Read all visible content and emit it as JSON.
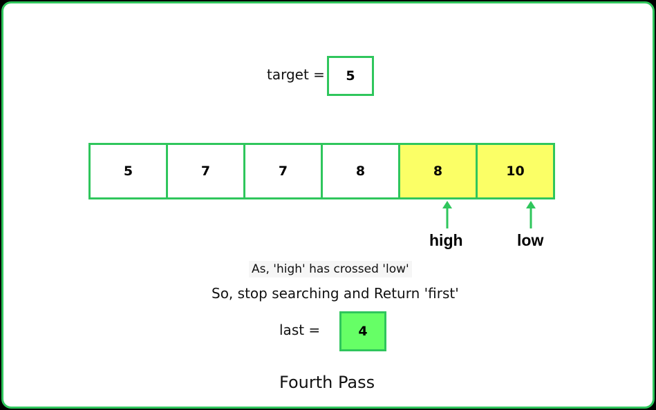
{
  "target": {
    "label": "target =",
    "value": "5"
  },
  "array": [
    {
      "value": "5",
      "highlight": false
    },
    {
      "value": "7",
      "highlight": false
    },
    {
      "value": "7",
      "highlight": false
    },
    {
      "value": "8",
      "highlight": false
    },
    {
      "value": "8",
      "highlight": true
    },
    {
      "value": "10",
      "highlight": true
    }
  ],
  "pointers": {
    "high": "high",
    "low": "low"
  },
  "messages": {
    "line1": "As, 'high' has crossed 'low'",
    "line2": "So, stop searching and Return 'first'"
  },
  "result": {
    "label": "last =",
    "value": "4"
  },
  "caption": "Fourth Pass",
  "colors": {
    "border": "#2fc65c",
    "highlight": "#fbff66",
    "result_fill": "#66ff66",
    "arrow": "#2fc65c"
  }
}
